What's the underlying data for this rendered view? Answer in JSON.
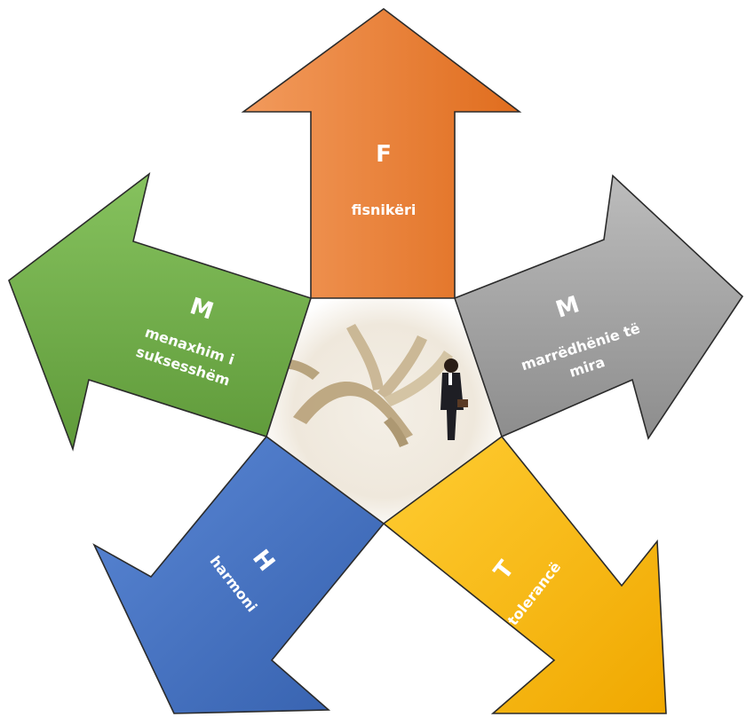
{
  "arrows": {
    "top": {
      "letter": "F",
      "label": "fisnikëri",
      "color": "#ED7D31"
    },
    "left": {
      "letter": "M",
      "label_line1": "menaxhim i",
      "label_line2": "suksesshëm",
      "color": "#70AD47"
    },
    "right": {
      "letter": "M",
      "label_line1": "marrëdhënie të",
      "label_line2": "mira",
      "color": "#A5A5A5"
    },
    "bottom_left": {
      "letter": "H",
      "label": "harmoni",
      "color": "#4472C4"
    },
    "bottom_right": {
      "letter": "T",
      "label": "tolerancë",
      "color": "#FFC000"
    }
  },
  "center": {
    "icon": "crossroads-businessman-image"
  }
}
